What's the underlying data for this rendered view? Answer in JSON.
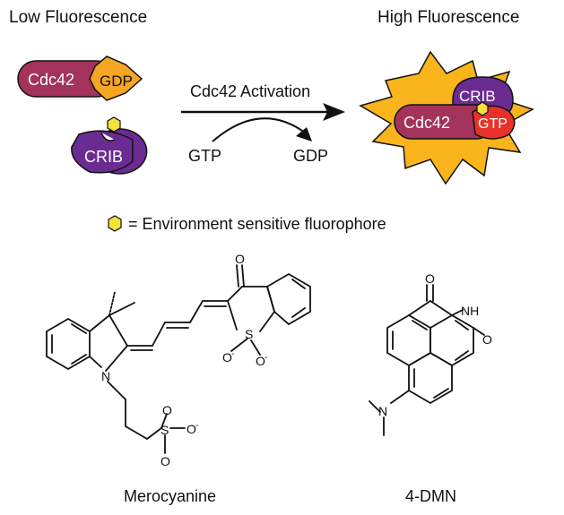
{
  "headings": {
    "low": "Low Fluorescence",
    "high": "High Fluorescence"
  },
  "reaction": {
    "arrow_label": "Cdc42 Activation",
    "reactant": "GTP",
    "product": "GDP"
  },
  "proteins": {
    "cdc42": "Cdc42",
    "gdp": "GDP",
    "crib": "CRIB",
    "gtp": "GTP"
  },
  "legend": {
    "text": "= Environment sensitive fluorophore"
  },
  "compounds": {
    "merocyanine": "Merocyanine",
    "dmn": "4-DMN"
  },
  "atoms": {
    "o": "O",
    "n": "N",
    "s": "S",
    "nh": "NH",
    "minus": "-"
  },
  "colors": {
    "cdc42": "#a3335a",
    "gdp": "#f5a623",
    "crib": "#6a2c91",
    "gtp": "#e8312a",
    "burst": "#f9b51b",
    "fluorophore": "#f5e23a"
  }
}
